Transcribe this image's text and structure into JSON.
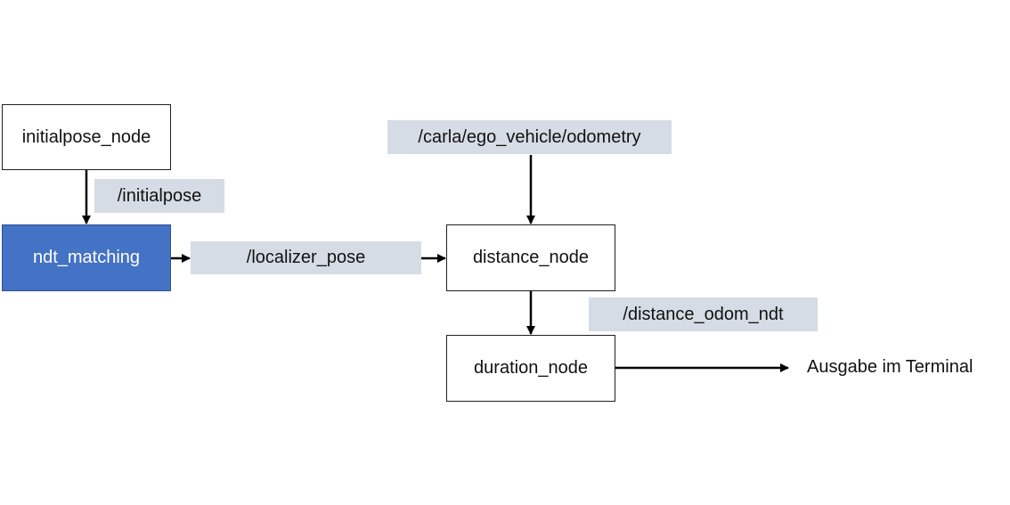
{
  "nodes": {
    "initialpose_node": "initialpose_node",
    "ndt_matching": "ndt_matching",
    "distance_node": "distance_node",
    "duration_node": "duration_node"
  },
  "topics": {
    "initialpose": "/initialpose",
    "localizer_pose": "/localizer_pose",
    "odometry": "/carla/ego_vehicle/odometry",
    "distance_odom_ndt": "/distance_odom_ndt"
  },
  "output_label": "Ausgabe im Terminal",
  "colors": {
    "active_node": "#4472c4",
    "topic_background": "#d6dce5",
    "border": "#1f1f1f",
    "arrow": "#000000"
  }
}
